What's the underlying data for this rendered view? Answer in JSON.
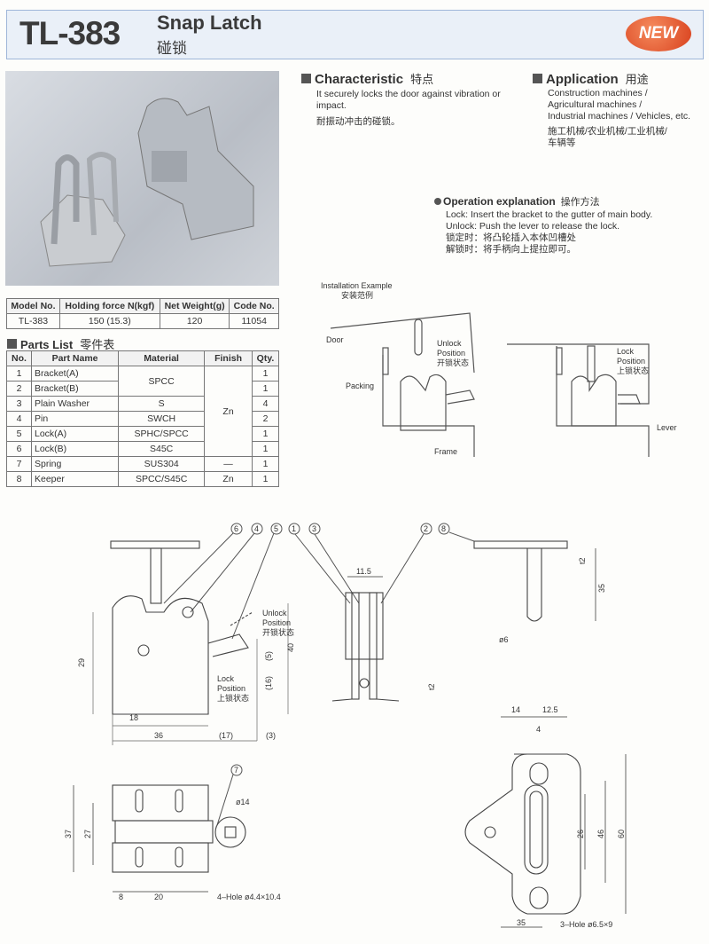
{
  "header": {
    "model": "TL-383",
    "title": "Snap Latch",
    "title_cn": "碰锁",
    "badge": "NEW"
  },
  "characteristic": {
    "title": "Characteristic",
    "title_cn": "特点",
    "text": "It securely locks the door against vibration or impact.",
    "text_cn": "耐振动冲击的碰锁。"
  },
  "application": {
    "title": "Application",
    "title_cn": "用途",
    "lines": [
      "Construction machines /",
      "Agricultural machines /",
      "Industrial machines / Vehicles, etc."
    ],
    "lines_cn": [
      "施工机械/农业机械/工业机械/",
      "车辆等"
    ]
  },
  "operation": {
    "title": "Operation explanation",
    "title_cn": "操作方法",
    "lines": [
      "Lock: Insert the bracket to the gutter of main body.",
      "Unlock: Push the lever to release the lock.",
      "锁定时：将凸轮插入本体凹槽处",
      "解锁时：将手柄向上提拉即可。"
    ]
  },
  "installation": {
    "title": "Installation Example",
    "title_cn": "安装范例",
    "door": "Door",
    "packing": "Packing",
    "frame": "Frame",
    "unlock": "Unlock",
    "lock": "Lock",
    "position": "Position",
    "unlock_cn": "开锁状态",
    "lock_cn": "上锁状态",
    "lever": "Lever"
  },
  "spec": {
    "headers": [
      "Model No.",
      "Holding force N(kgf)",
      "Net Weight(g)",
      "Code No."
    ],
    "row": [
      "TL-383",
      "150 (15.3)",
      "120",
      "11054"
    ]
  },
  "parts": {
    "title": "Parts List",
    "title_cn": "零件表",
    "headers": [
      "No.",
      "Part Name",
      "Material",
      "Finish",
      "Qty."
    ],
    "rows": [
      [
        "1",
        "Bracket(A)",
        "SPCC",
        "Zn",
        "1"
      ],
      [
        "2",
        "Bracket(B)",
        "SPCC",
        "Zn",
        "1"
      ],
      [
        "3",
        "Plain Washer",
        "S",
        "Zn",
        "4"
      ],
      [
        "4",
        "Pin",
        "SWCH",
        "Zn",
        "2"
      ],
      [
        "5",
        "Lock(A)",
        "SPHC/SPCC",
        "Zn",
        "1"
      ],
      [
        "6",
        "Lock(B)",
        "S45C",
        "Zn",
        "1"
      ],
      [
        "7",
        "Spring",
        "SUS304",
        "—",
        "1"
      ],
      [
        "8",
        "Keeper",
        "SPCC/S45C",
        "Zn",
        "1"
      ]
    ]
  },
  "drawing": {
    "callouts": [
      "6",
      "4",
      "5",
      "1",
      "3",
      "2",
      "8",
      "7"
    ],
    "front": {
      "d29": "29",
      "d18": "18",
      "d36": "36",
      "d17": "(17)",
      "d3": "(3)",
      "d40": "40",
      "d5": "(5)",
      "d16": "(16)"
    },
    "side": {
      "d115": "11.5",
      "t2": "t2"
    },
    "keeper_side": {
      "t2": "t2",
      "d35": "35",
      "dia": "ø6"
    },
    "bottom": {
      "d37": "37",
      "d27": "27",
      "d8": "8",
      "d20": "20",
      "dia": "ø14",
      "holes": "4–Hole ø4.4×10.4"
    },
    "keeper_plan": {
      "d14": "14",
      "d125": "12.5",
      "d4": "4",
      "d26": "26",
      "d46": "46",
      "d60": "60",
      "d35": "35",
      "holes": "3–Hole ø6.5×9"
    }
  }
}
